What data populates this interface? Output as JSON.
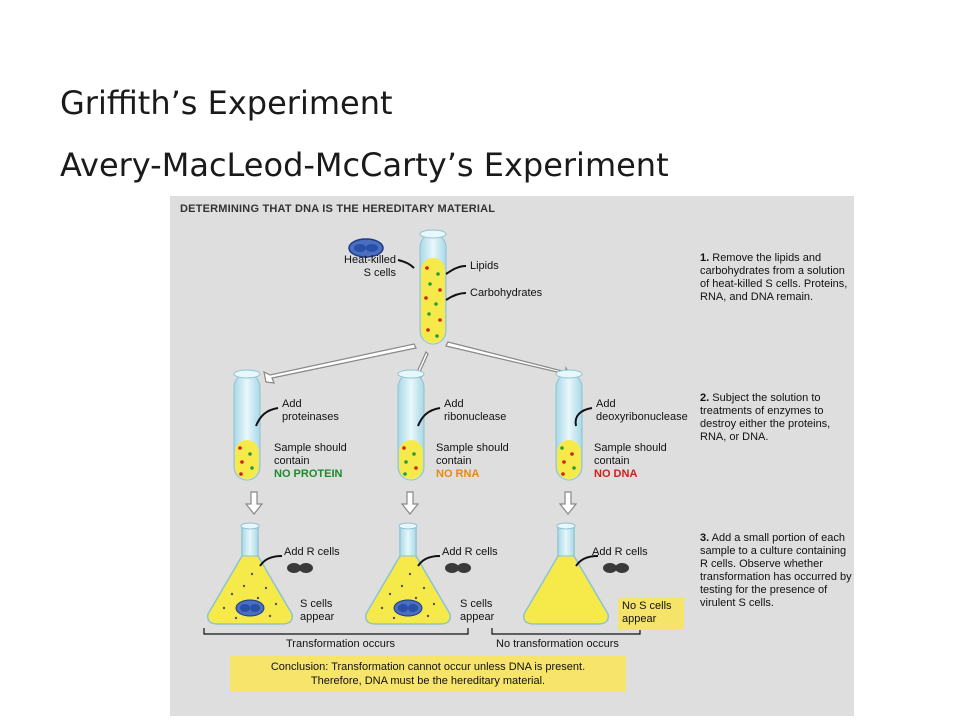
{
  "slide": {
    "title_line1": "Griffith’s Experiment",
    "title_line2": "Avery-MacLeod-McCarty’s Experiment"
  },
  "figure": {
    "header": "DETERMINING THAT DNA IS THE HEREDITARY MATERIAL",
    "top": {
      "cells_label_1": "Heat-killed",
      "cells_label_2": "S cells",
      "lipids": "Lipids",
      "carbohydrates": "Carbohydrates"
    },
    "columns": [
      {
        "add_1": "Add",
        "add_2": "proteinases",
        "sample_1": "Sample should",
        "sample_2": "contain",
        "result": "NO PROTEIN",
        "add_r": "Add R cells",
        "outcome_1": "S cells",
        "outcome_2": "appear"
      },
      {
        "add_1": "Add",
        "add_2": "ribonuclease",
        "sample_1": "Sample should",
        "sample_2": "contain",
        "result": "NO RNA",
        "add_r": "Add R cells",
        "outcome_1": "S cells",
        "outcome_2": "appear"
      },
      {
        "add_1": "Add",
        "add_2": "deoxyribonuclease",
        "sample_1": "Sample should",
        "sample_2": "contain",
        "result": "NO DNA",
        "add_r": "Add R cells",
        "outcome_1": "No S cells",
        "outcome_2": "appear"
      }
    ],
    "transformation_occurs": "Transformation occurs",
    "no_transformation": "No transformation occurs",
    "steps": [
      {
        "num": "1.",
        "text": "Remove the lipids and carbohydrates from a solution of heat-killed S cells. Proteins, RNA, and DNA remain."
      },
      {
        "num": "2.",
        "text": "Subject the solution to treatments of enzymes to destroy either the proteins, RNA, or DNA."
      },
      {
        "num": "3.",
        "text": "Add a small portion of each sample to a culture containing R cells. Observe whether transformation has occurred by testing for the presence of virulent S cells."
      }
    ],
    "conclusion_1": "Conclusion: Transformation cannot occur unless DNA is present.",
    "conclusion_2": "Therefore, DNA must be the hereditary material."
  },
  "colors": {
    "liquid": "#f5ea4a",
    "tube_glass": "#c9eaf2",
    "dot_red": "#d0201a",
    "dot_green": "#2a9a3a",
    "s_cell": "#2a4fa8",
    "r_cell": "#3a3a3a",
    "highlight_box": "#f7e46a",
    "text_no_protein": "#1e8a2a",
    "text_no_rna": "#e88a10",
    "text_no_dna": "#d0201a"
  }
}
